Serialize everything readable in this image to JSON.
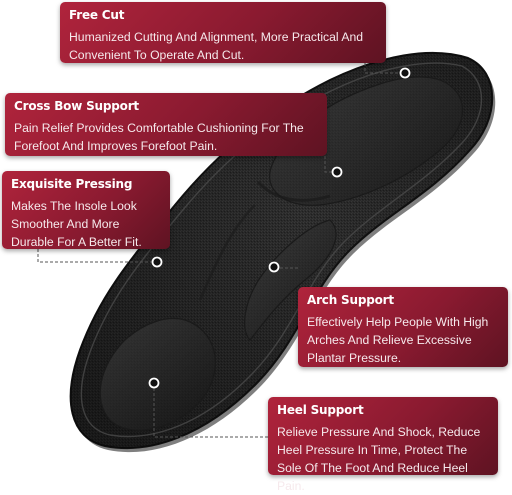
{
  "callouts": {
    "free_cut": {
      "title": "Free Cut",
      "text": "Humanized Cutting And Alignment, More Practical And Convenient To Operate And Cut."
    },
    "cross_bow": {
      "title": "Cross Bow Support",
      "text": "Pain Relief Provides Comfortable Cushioning For The Forefoot And Improves Forefoot Pain."
    },
    "exquisite": {
      "title": "Exquisite Pressing",
      "text": "Makes The Insole Look Smoother And More Durable For A Better Fit."
    },
    "arch": {
      "title": "Arch Support",
      "text": "Effectively Help People With High Arches And Relieve Excessive Plantar Pressure."
    },
    "heel": {
      "title": "Heel Support",
      "text": "Relieve Pressure And Shock, Reduce Heel Pressure In Time, Protect The Sole Of The Foot And Reduce Heel Pain."
    }
  },
  "colors": {
    "callout_bg": "#9b1f36",
    "insole": "#2a2a2a",
    "leader_line": "#555555"
  }
}
